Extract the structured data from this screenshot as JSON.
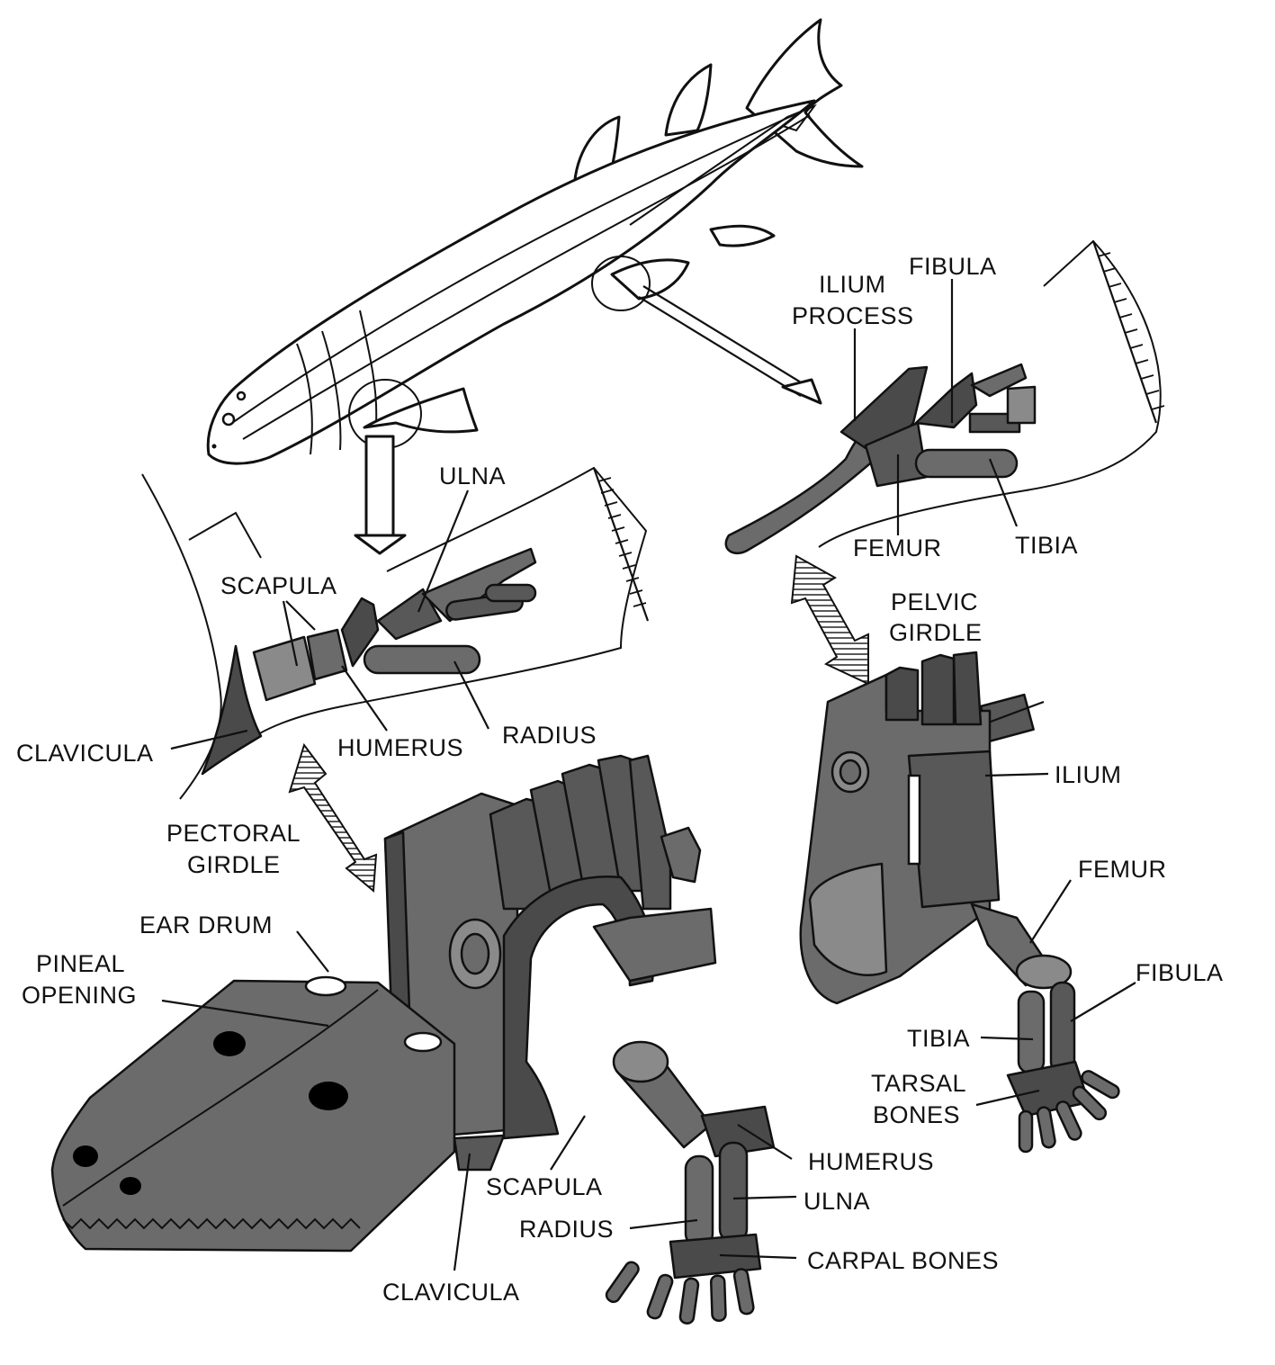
{
  "fish_detail_pectoral": {
    "scapula": "SCAPULA",
    "ulna": "ULNA",
    "humerus": "HUMERUS",
    "radius": "RADIUS",
    "clavicula": "CLAVICULA"
  },
  "fish_detail_pelvic": {
    "ilium_process_line1": "ILIUM",
    "ilium_process_line2": "PROCESS",
    "fibula": "FIBULA",
    "femur": "FEMUR",
    "tibia": "TIBIA"
  },
  "pectoral_girdle": {
    "line1": "PECTORAL",
    "line2": "GIRDLE"
  },
  "pelvic_girdle": {
    "line1": "PELVIC",
    "line2": "GIRDLE"
  },
  "amphibian_pelvic": {
    "ilium": "ILIUM",
    "femur": "FEMUR",
    "fibula": "FIBULA",
    "tibia": "TIBIA",
    "tarsal_line1": "TARSAL",
    "tarsal_line2": "BONES"
  },
  "amphibian_front": {
    "ear_drum": "EAR  DRUM",
    "pineal_line1": "PINEAL",
    "pineal_line2": "OPENING",
    "humerus": "HUMERUS",
    "ulna": "ULNA",
    "scapula": "SCAPULA",
    "radius": "RADIUS",
    "carpal": "CARPAL BONES",
    "clavicula": "CLAVICULA"
  }
}
